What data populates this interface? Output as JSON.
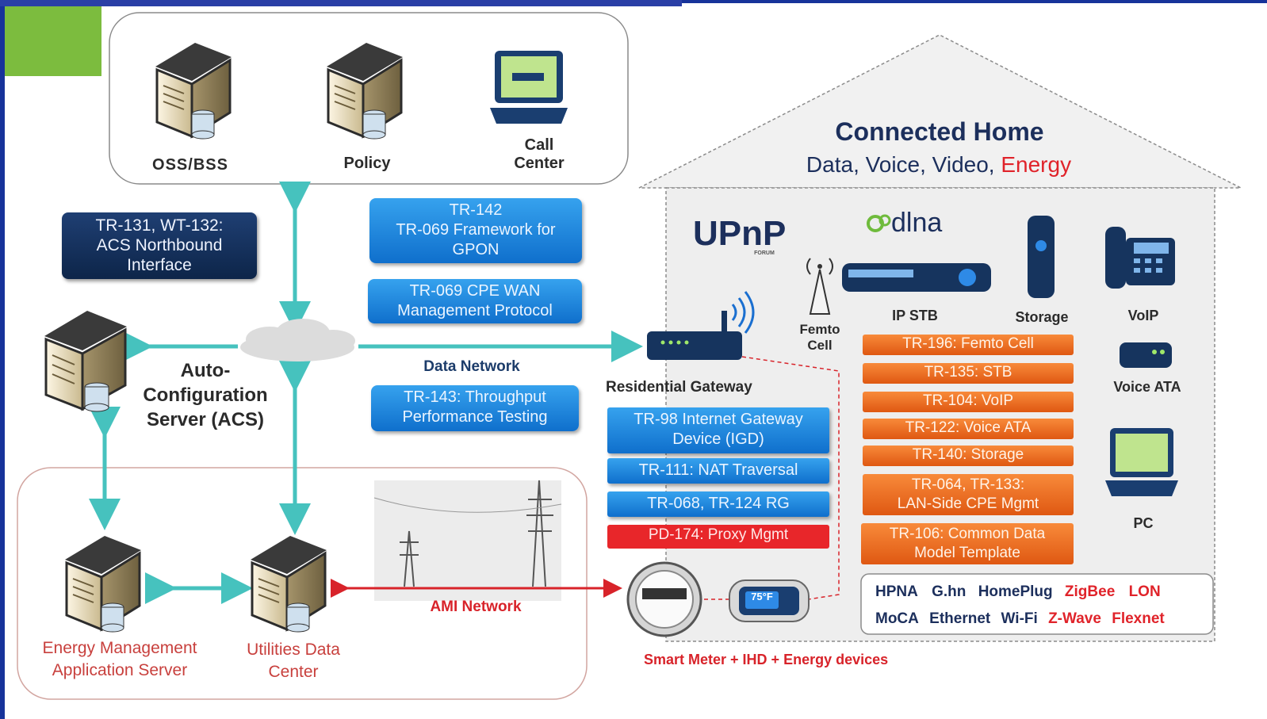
{
  "header_strip_text": "",
  "top_box": {
    "oss": "OSS/BSS",
    "policy": "Policy",
    "callcenter_1": "Call",
    "callcenter_2": "Center"
  },
  "navy": {
    "l1": "TR-131, WT-132:",
    "l2": "ACS Northbound",
    "l3": "Interface"
  },
  "blue": {
    "tr142_1": "TR-142",
    "tr142_2": "TR-069 Framework for",
    "tr142_3": "GPON",
    "tr069_1": "TR-069 CPE WAN",
    "tr069_2": "Management Protocol",
    "tr143_1": "TR-143: Throughput",
    "tr143_2": "Performance Testing",
    "tr98_1": "TR-98 Internet Gateway",
    "tr98_2": "Device (IGD)",
    "tr111": "TR-111: NAT Traversal",
    "tr068": "TR-068, TR-124 RG"
  },
  "red_box": "PD-174: Proxy Mgmt",
  "acs": {
    "l1": "Auto-",
    "l2": "Configuration",
    "l3": "Server (ACS)"
  },
  "data_network": "Data Network",
  "residential_gateway": "Residential Gateway",
  "ami_network": "AMI Network",
  "energy_server": {
    "l1": "Energy Management",
    "l2": "Application Server"
  },
  "utilities": {
    "l1": "Utilities Data",
    "l2": "Center"
  },
  "smart_meter_caption": "Smart Meter + IHD + Energy devices",
  "thermostat": "75°F",
  "home": {
    "title": "Connected Home",
    "sub_plain": "Data, Voice, Video, ",
    "sub_energy": "Energy"
  },
  "logos": {
    "upnp": "UPnP",
    "upnp_small": "FORUM",
    "dlna": "dlna"
  },
  "devices": {
    "femto_1": "Femto",
    "femto_2": "Cell",
    "ipstb": "IP STB",
    "storage": "Storage",
    "voip": "VoIP",
    "voice_ata": "Voice ATA",
    "pc": "PC"
  },
  "orange": {
    "o1": "TR-196: Femto Cell",
    "o2": "TR-135: STB",
    "o3": "TR-104: VoIP",
    "o4": "TR-122: Voice ATA",
    "o5": "TR-140: Storage",
    "o6_1": "TR-064, TR-133:",
    "o6_2": "LAN-Side CPE Mgmt",
    "o7_1": "TR-106: Common Data",
    "o7_2": "Model Template"
  },
  "protocols": {
    "row1": [
      {
        "t": "HPNA",
        "c": "#1c2f5c"
      },
      {
        "t": "G.hn",
        "c": "#1c2f5c"
      },
      {
        "t": "HomePlug",
        "c": "#1c2f5c"
      },
      {
        "t": "ZigBee",
        "c": "#e0232a"
      },
      {
        "t": "LON",
        "c": "#e0232a"
      }
    ],
    "row2": [
      {
        "t": "MoCA",
        "c": "#1c2f5c"
      },
      {
        "t": "Ethernet",
        "c": "#1c2f5c"
      },
      {
        "t": "Wi-Fi",
        "c": "#1c2f5c"
      },
      {
        "t": "Z-Wave",
        "c": "#e0232a"
      },
      {
        "t": "Flexnet",
        "c": "#e0232a"
      }
    ]
  },
  "colors": {
    "teal_arrow": "#46c2be",
    "red_arrow": "#d8232a",
    "energy_red": "#e0232a",
    "house_text": "#1c2f5c"
  }
}
